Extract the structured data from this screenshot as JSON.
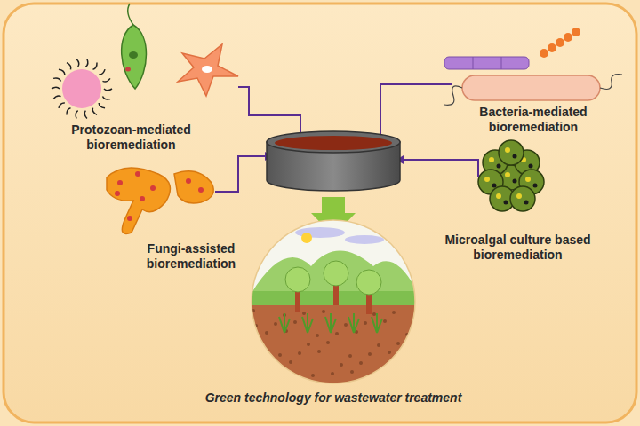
{
  "diagram": {
    "caption": "Green technology for wastewater treatment",
    "labels": [
      "Protozoan-mediated bioremediation",
      "Bacteria-mediated bioremediation",
      "Fungi-assisted bioremediation",
      "Microalgal culture based bioremediation"
    ]
  }
}
